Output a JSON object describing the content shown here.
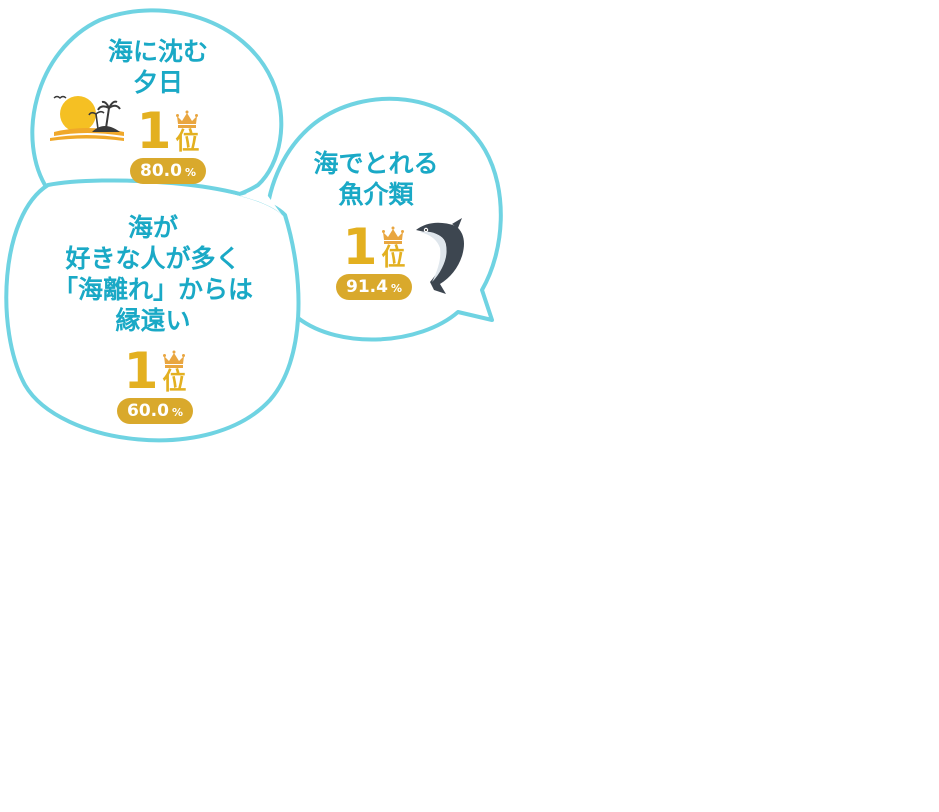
{
  "cards": [
    {
      "id": "sunset",
      "title_lines": [
        "海に沈む",
        "夕日"
      ],
      "rank_number": "1",
      "rank_label": "位",
      "percent": "80.0",
      "unit": "%",
      "icon": "sunset-island-icon"
    },
    {
      "id": "seafood",
      "title_lines": [
        "海でとれる",
        "魚介類"
      ],
      "rank_number": "1",
      "rank_label": "位",
      "percent": "91.4",
      "unit": "%",
      "icon": "tuna-fish-icon"
    },
    {
      "id": "distance",
      "title_lines": [
        "海が",
        "好きな人が多く",
        "「海離れ」からは",
        "縁遠い"
      ],
      "rank_number": "1",
      "rank_label": "位",
      "percent": "60.0",
      "unit": "%",
      "icon": "crown-icon"
    }
  ],
  "colors": {
    "outline": "#6fd3e2",
    "title": "#1aa9c6",
    "rank": "#e3b020",
    "pill": "#d9a92c",
    "crown": "#e9a640"
  }
}
